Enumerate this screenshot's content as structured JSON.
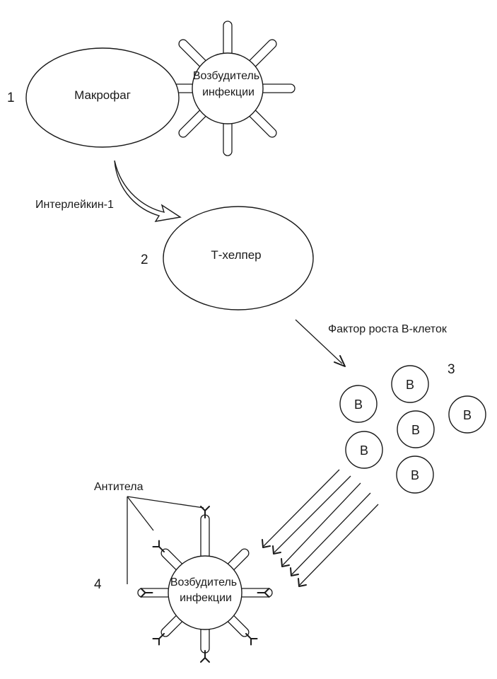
{
  "stage_numbers": [
    "1",
    "2",
    "3",
    "4"
  ],
  "labels": {
    "macrophage": "Макрофаг",
    "pathogen_top_line1": "Возбудитель",
    "pathogen_top_line2": "инфекции",
    "interleukin": "Интерлейкин-1",
    "t_helper": "Т-хелпер",
    "growth_factor": "Фактор роста В-клеток",
    "b_cell": "В",
    "antibodies": "Антитела",
    "pathogen_bottom_line1": "Возбудитель",
    "pathogen_bottom_line2": "инфекции"
  },
  "colors": {
    "ink": "#1a1a1a",
    "paper": "#ffffff"
  }
}
